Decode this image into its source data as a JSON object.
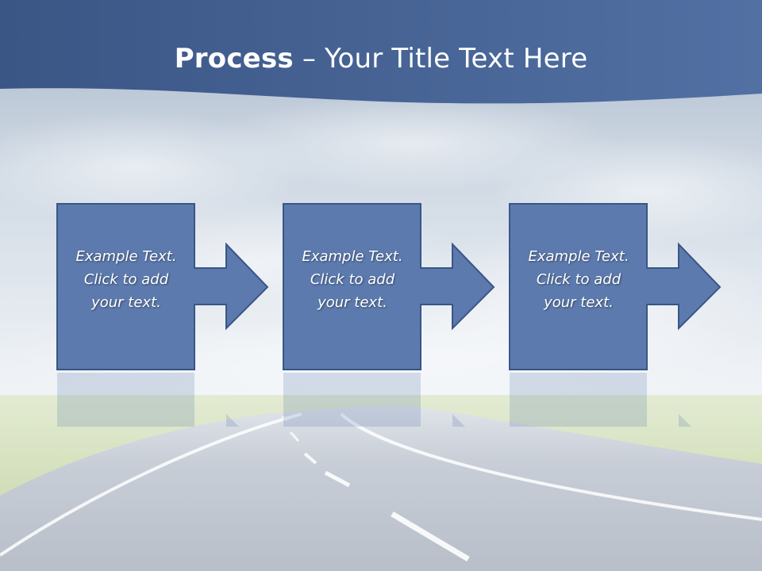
{
  "slide": {
    "title_bold": "Process",
    "title_rest": " – Your Title Text Here"
  },
  "steps": [
    {
      "text": "Example Text.\nClick  to add\nyour text."
    },
    {
      "text": "Example Text.\nClick  to add\nyour text."
    },
    {
      "text": "Example Text.\nClick  to add\nyour text."
    }
  ],
  "colors": {
    "title_band": "#3f5f94",
    "box_fill": "#5c7aad",
    "box_stroke": "#3a5686",
    "text": "#ffffff"
  }
}
